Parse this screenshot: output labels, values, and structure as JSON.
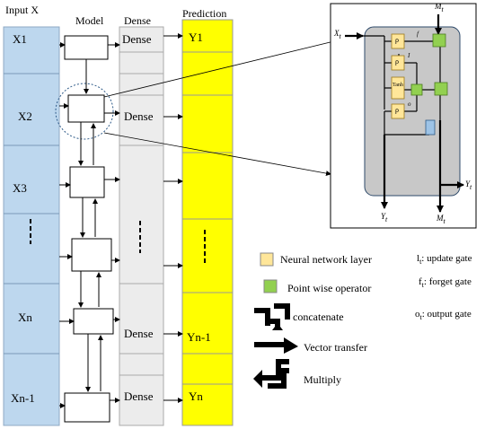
{
  "headers": {
    "input": "Input X",
    "model": "Model",
    "dense": "Dense",
    "prediction": "Prediction"
  },
  "inputs": [
    "X1",
    "X2",
    "X3",
    "- - -",
    "Xn",
    "Xn-1"
  ],
  "dense": [
    "Dense",
    "Dense",
    "",
    "- - -",
    "",
    "Dense",
    "Dense"
  ],
  "predictions": [
    "Y1",
    "",
    "",
    "- - -",
    "",
    "Yn-1",
    "Yn"
  ],
  "cell": {
    "labels": {
      "x": "X",
      "m": "M",
      "y": "Y",
      "sub": "t",
      "tanh": "Tanh",
      "rho": "ρ",
      "f": "f",
      "i": "I",
      "o": "o"
    }
  },
  "legend": {
    "nn_layer": "Neural network layer",
    "pointwise": "Point wise operator",
    "concatenate": "concatenate",
    "vector_transfer": "Vector transfer",
    "multiply": "Multiply"
  },
  "gates": {
    "update": {
      "sym": "l",
      "sub": "t",
      "text": ": update gate"
    },
    "forget": {
      "sym": "f",
      "sub": "t",
      "text": ": forget  gate"
    },
    "output": {
      "sym": "o",
      "sub": "t",
      "text": ": output  gate"
    }
  },
  "colors": {
    "input_fill": "#bdd7ee",
    "dense_fill": "#ececec",
    "prediction_fill": "#ffff00",
    "nn_layer": "#ffe699",
    "pointwise": "#92d050",
    "cell_bg": "#c8c8c8"
  }
}
